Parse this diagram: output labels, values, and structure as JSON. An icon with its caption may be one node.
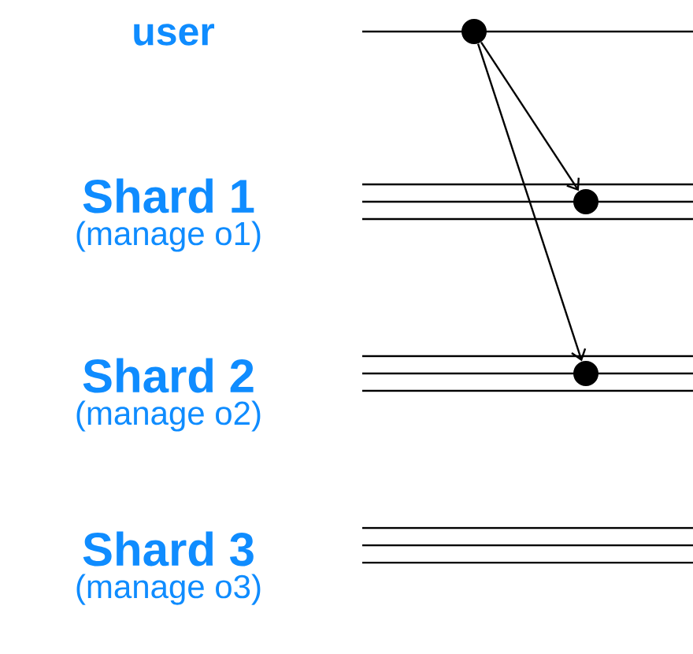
{
  "diagram": {
    "nodes": [
      {
        "text": [
          "user"
        ]
      },
      {
        "text": [
          "Shard 1",
          "(manage o1)"
        ]
      },
      {
        "text": [
          "Shard 2",
          "(manage o2)"
        ]
      },
      {
        "text": [
          "Shard 3",
          "(manage o3)"
        ]
      },
      {
        "text": [],
        "shape": "circle"
      },
      {
        "text": [],
        "shape": "circle"
      },
      {
        "text": [],
        "shape": "circle"
      }
    ],
    "edges": [
      {
        "from": 4,
        "to": 5,
        "arrow": "to"
      },
      {
        "from": 4,
        "to": 6,
        "arrow": "to"
      }
    ]
  }
}
